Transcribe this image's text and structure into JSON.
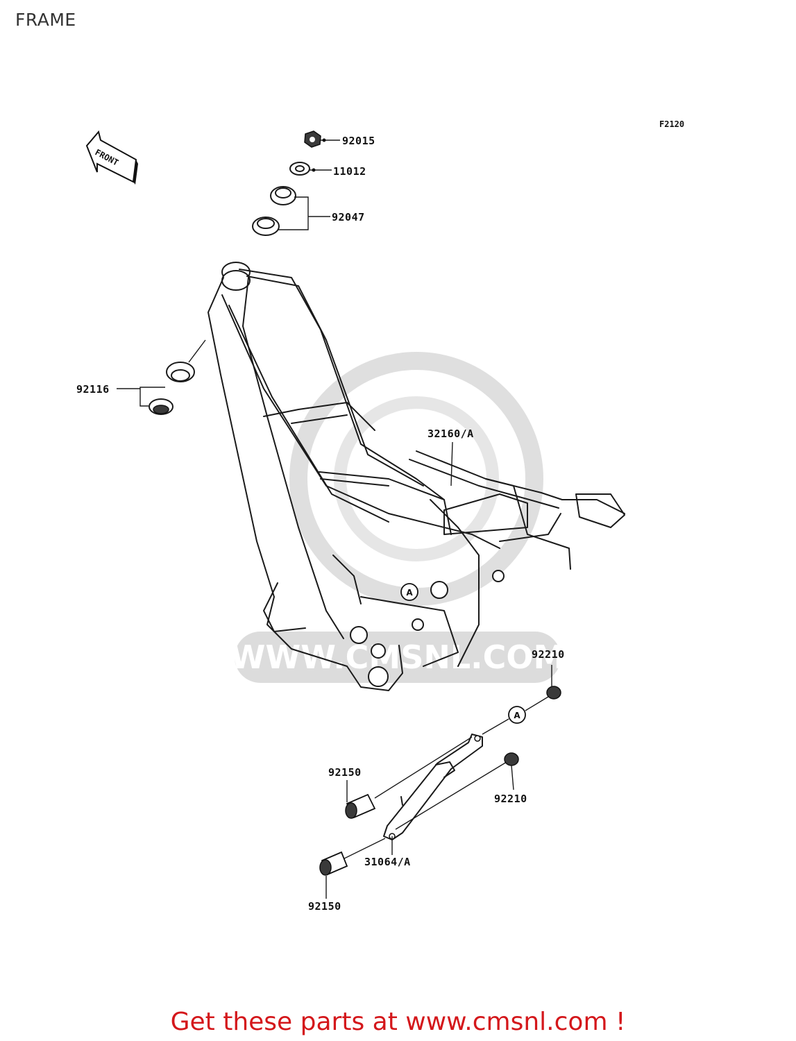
{
  "page": {
    "title": "FRAME",
    "diagram_code": "F2120",
    "front_label": "FRONT",
    "watermark_text": "WWW.CMSNL.COM",
    "cta_text": "Get these parts at www.cmsnl.com !"
  },
  "parts": [
    {
      "number": "92015"
    },
    {
      "number": "11012"
    },
    {
      "number": "92047"
    },
    {
      "number": "92116"
    },
    {
      "number": "32160/A"
    },
    {
      "number": "92210"
    },
    {
      "number": "92150"
    },
    {
      "number": "92210"
    },
    {
      "number": "31064/A"
    },
    {
      "number": "92150"
    }
  ],
  "callouts": [
    {
      "letter": "A"
    },
    {
      "letter": "A"
    }
  ],
  "colors": {
    "cta": "#d4171b",
    "line": "#1a1a1a",
    "watermark": "#d8d8d8"
  }
}
